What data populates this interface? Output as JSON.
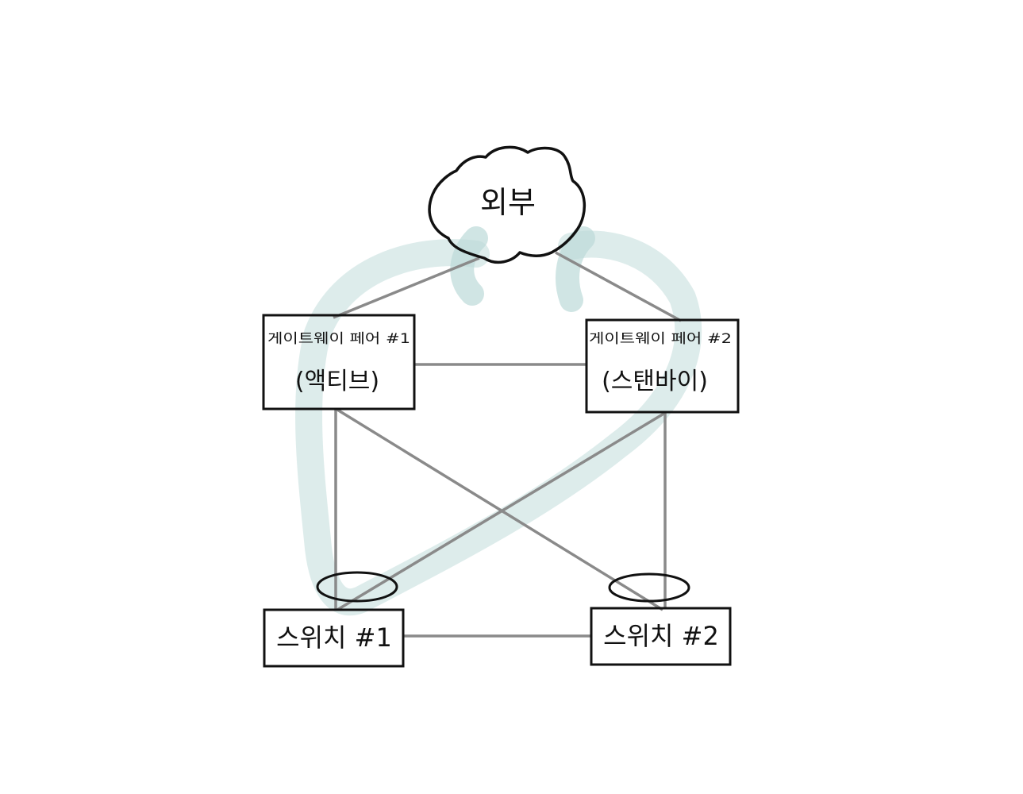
{
  "diagram": {
    "nodes": {
      "external": {
        "label": "외부"
      },
      "gateway1": {
        "line1": "게이트웨이 페어 #1",
        "line2": "(액티브)"
      },
      "gateway2": {
        "line1": "게이트웨이 페어 #2",
        "line2": "(스탠바이)"
      },
      "switch1": {
        "label": "스위치 #1"
      },
      "switch2": {
        "label": "스위치 #2"
      }
    },
    "colors": {
      "outline": "#111111",
      "link": "#8a8a8a",
      "highlight": "#cfe4e3"
    }
  }
}
